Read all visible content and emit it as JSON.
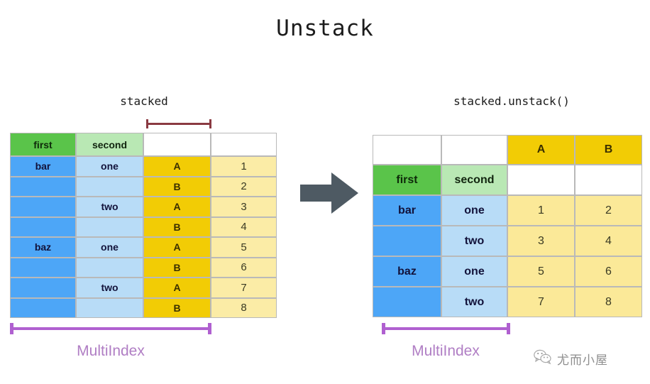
{
  "page": {
    "title": "Unstack",
    "background": "#ffffff"
  },
  "colors": {
    "green": "#5ac44a",
    "green_light": "#b9e8b4",
    "blue": "#4da6f7",
    "blue_light": "#b8dcf7",
    "yellow": "#f2cc05",
    "yellow_light": "#fbeca6",
    "arrow": "#4e5a63",
    "bracket_purple": "#b060d0",
    "bracket_maroon": "#8a3a42",
    "border": "#b9b9b9"
  },
  "left": {
    "caption": "stacked",
    "top_bracket": {
      "label": ""
    },
    "header": [
      "first",
      "second",
      "",
      ""
    ],
    "rows": [
      {
        "first": "bar",
        "second": "one",
        "level": "A",
        "value": "1"
      },
      {
        "first": "",
        "second": "",
        "level": "B",
        "value": "2"
      },
      {
        "first": "",
        "second": "two",
        "level": "A",
        "value": "3"
      },
      {
        "first": "",
        "second": "",
        "level": "B",
        "value": "4"
      },
      {
        "first": "baz",
        "second": "one",
        "level": "A",
        "value": "5"
      },
      {
        "first": "",
        "second": "",
        "level": "B",
        "value": "6"
      },
      {
        "first": "",
        "second": "two",
        "level": "A",
        "value": "7"
      },
      {
        "first": "",
        "second": "",
        "level": "B",
        "value": "8"
      }
    ],
    "bracket_label": "MultiIndex"
  },
  "right": {
    "caption": "stacked.unstack()",
    "header_top": [
      "",
      "",
      "A",
      "B"
    ],
    "header_second": [
      "first",
      "second",
      "",
      ""
    ],
    "rows": [
      {
        "first": "bar",
        "second": "one",
        "a": "1",
        "b": "2"
      },
      {
        "first": "",
        "second": "two",
        "a": "3",
        "b": "4"
      },
      {
        "first": "baz",
        "second": "one",
        "a": "5",
        "b": "6"
      },
      {
        "first": "",
        "second": "two",
        "a": "7",
        "b": "8"
      }
    ],
    "bracket_label": "MultiIndex"
  },
  "watermark": {
    "icon": "wechat-icon",
    "text": "尤而小屋"
  }
}
